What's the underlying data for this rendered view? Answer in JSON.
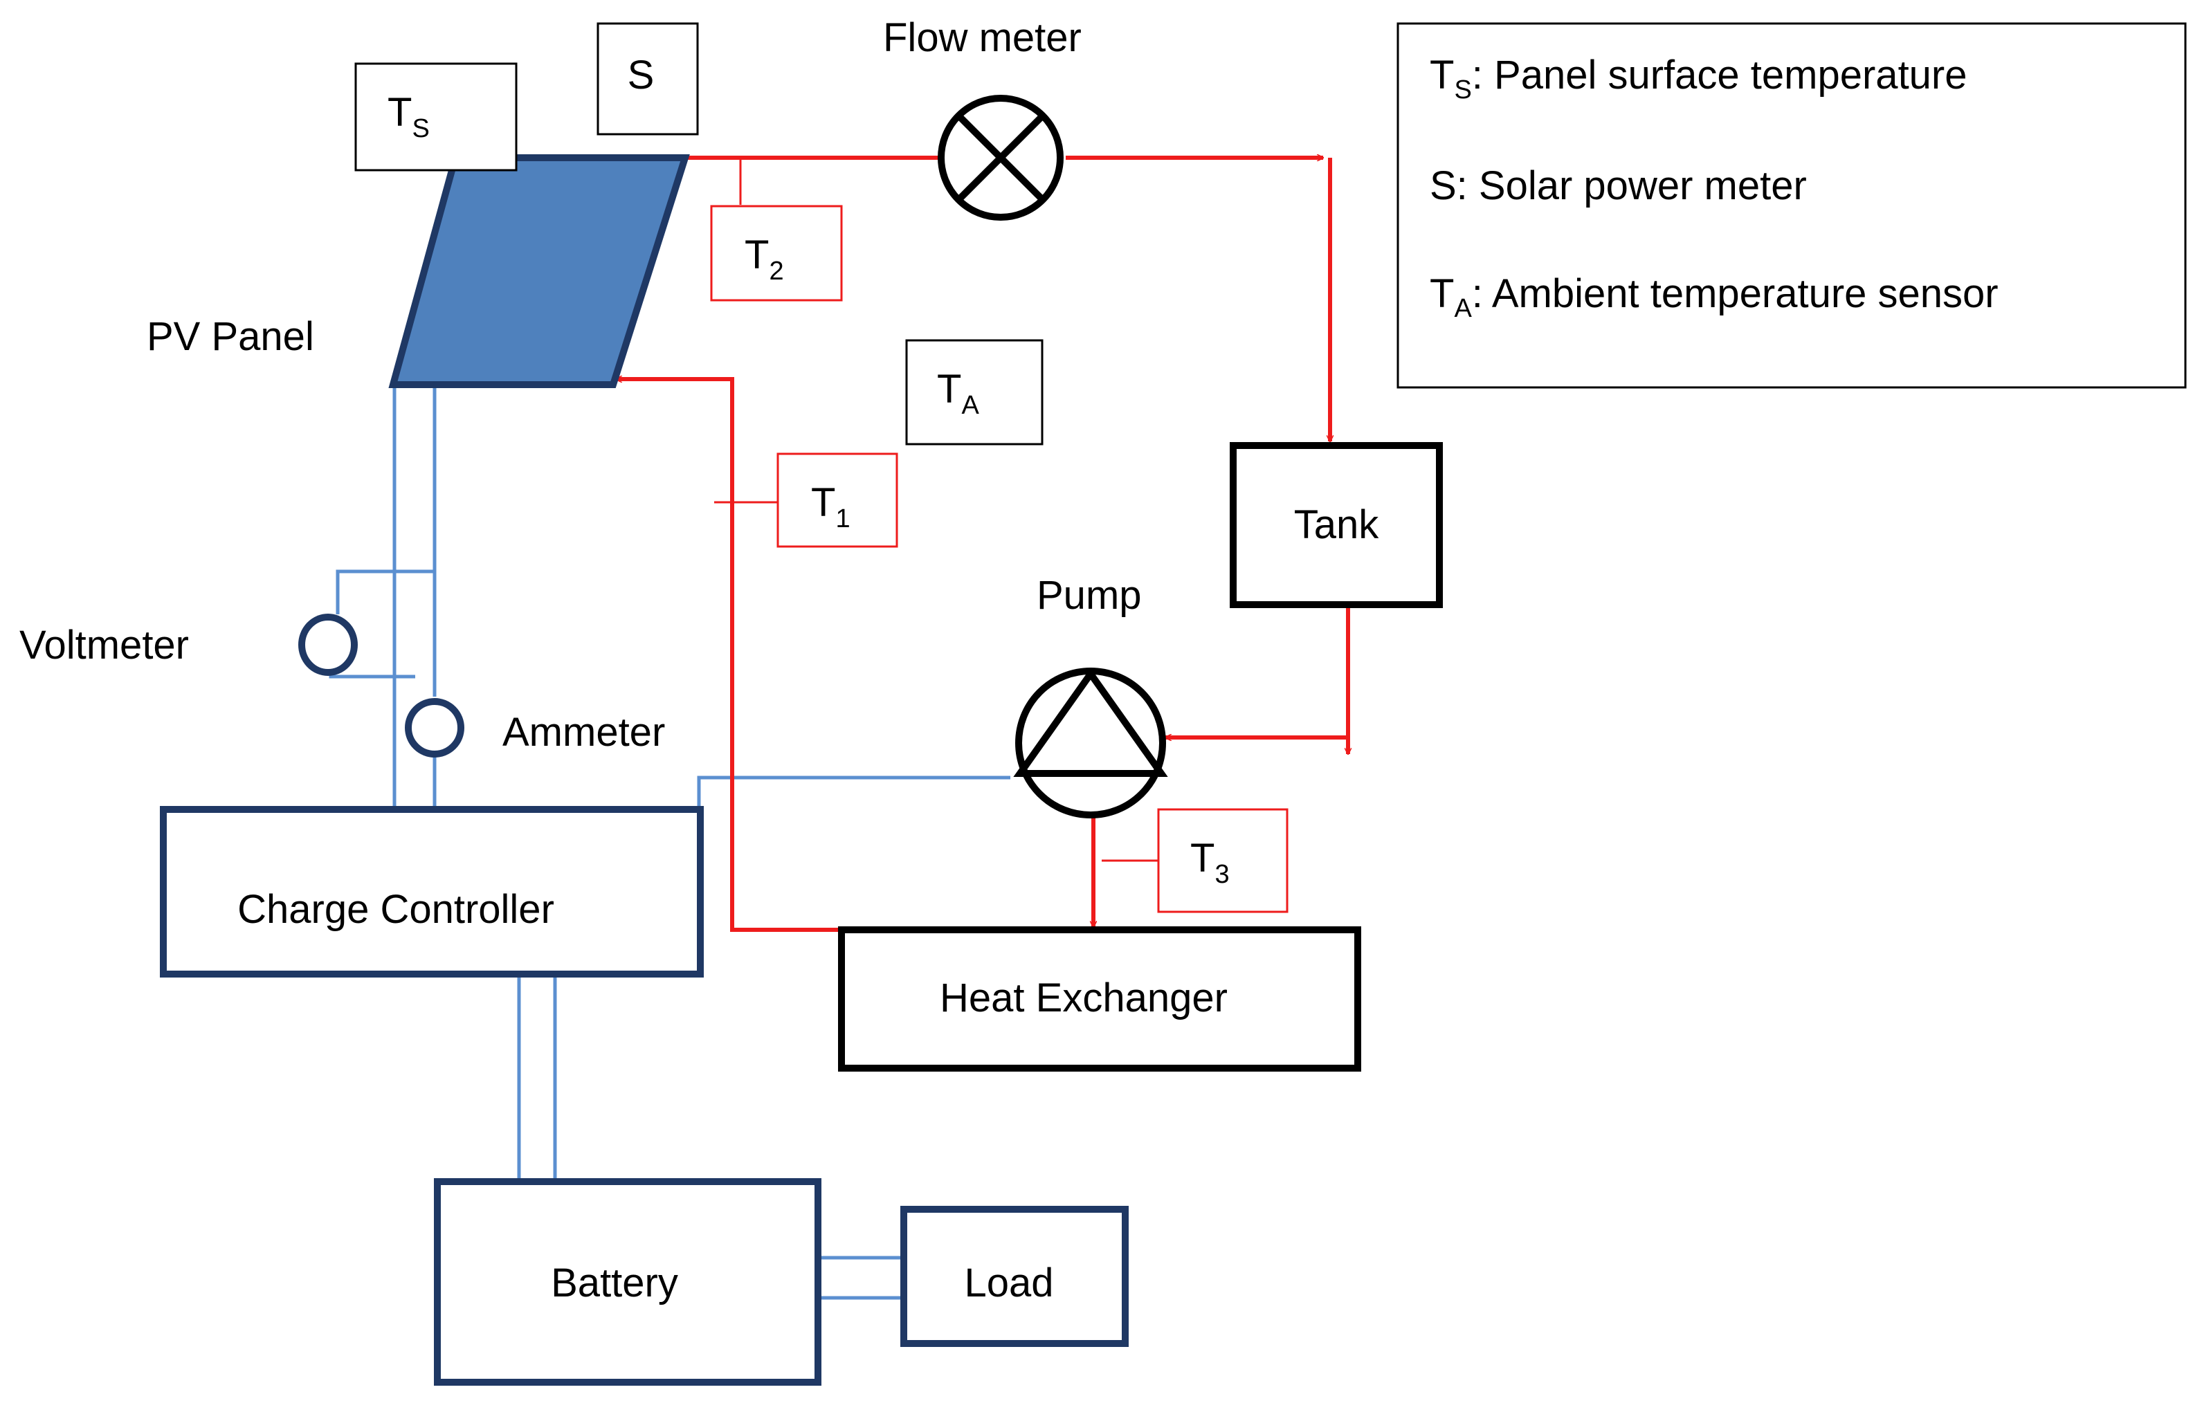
{
  "labels": {
    "flow_meter": "Flow meter",
    "pv_panel": "PV Panel",
    "voltmeter": "Voltmeter",
    "ammeter": "Ammeter",
    "pump": "Pump",
    "tank": "Tank",
    "charge_controller": "Charge Controller",
    "heat_exchanger": "Heat Exchanger",
    "battery": "Battery",
    "load": "Load"
  },
  "sensors": {
    "ts": {
      "base": "T",
      "sub": "S"
    },
    "s": {
      "base": "S"
    },
    "t1": {
      "base": "T",
      "sub": "1"
    },
    "t2": {
      "base": "T",
      "sub": "2"
    },
    "t3": {
      "base": "T",
      "sub": "3"
    },
    "ta": {
      "base": "T",
      "sub": "A"
    }
  },
  "legend": {
    "ts": {
      "base": "T",
      "sub": "S",
      "text": ": Panel surface temperature"
    },
    "s": {
      "text": "S: Solar power meter"
    },
    "ta": {
      "base": "T",
      "sub": "A",
      "text": ": Ambient temperature sensor"
    }
  },
  "colors": {
    "fluid_line": "#ee1c1c",
    "electric_line": "#5b8fd0",
    "box_border": "#1f3864",
    "panel_fill": "#4f81bd",
    "panel_border": "#1f3864"
  }
}
